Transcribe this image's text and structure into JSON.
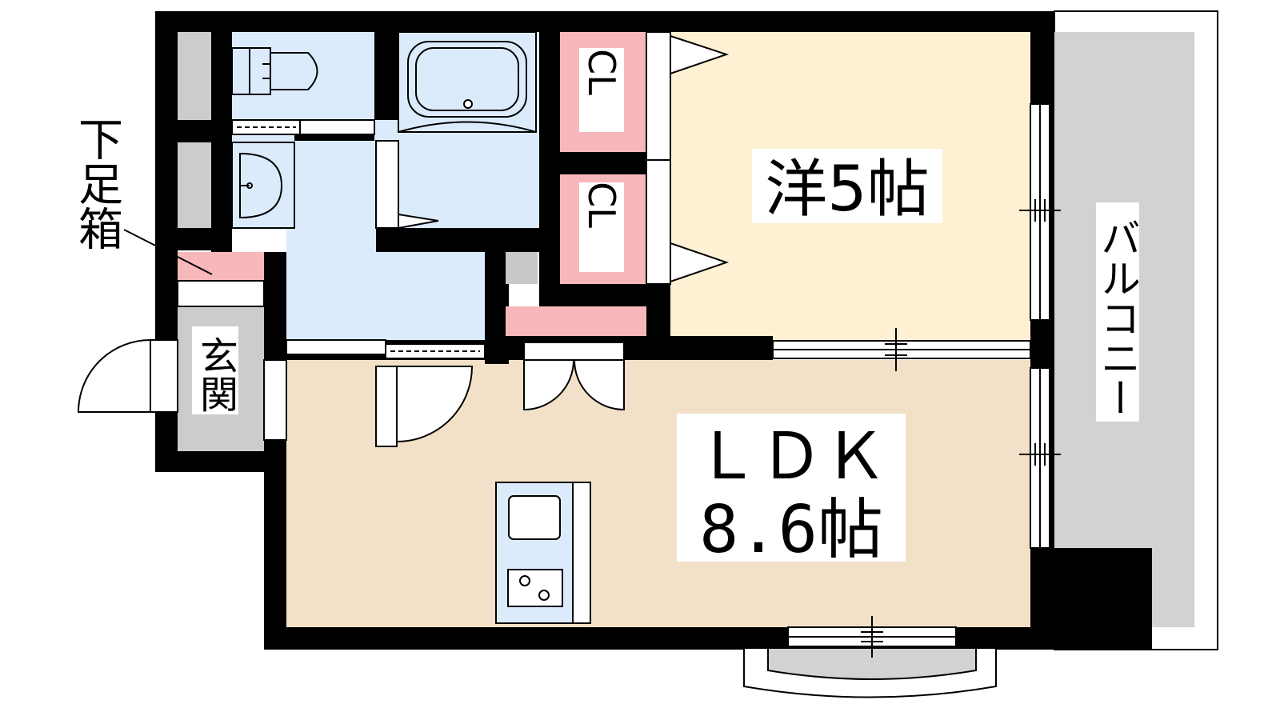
{
  "labels": {
    "western_room": "洋5帖",
    "ldk_line1": "ＬＤＫ",
    "ldk_line2": "8.6帖",
    "closet_upper": "CL",
    "closet_lower": "CL",
    "balcony": "バルコニー",
    "entrance": "玄関",
    "shoe_box": "下足箱"
  },
  "colors": {
    "wall": "#000000",
    "western_floor": "#fdf0d3",
    "ldk_floor": "#f2e1c8",
    "wet_area": "#dcebfb",
    "closet": "#f7b8bb",
    "balcony": "#d2d2d2",
    "entrance": "#cccccc"
  }
}
